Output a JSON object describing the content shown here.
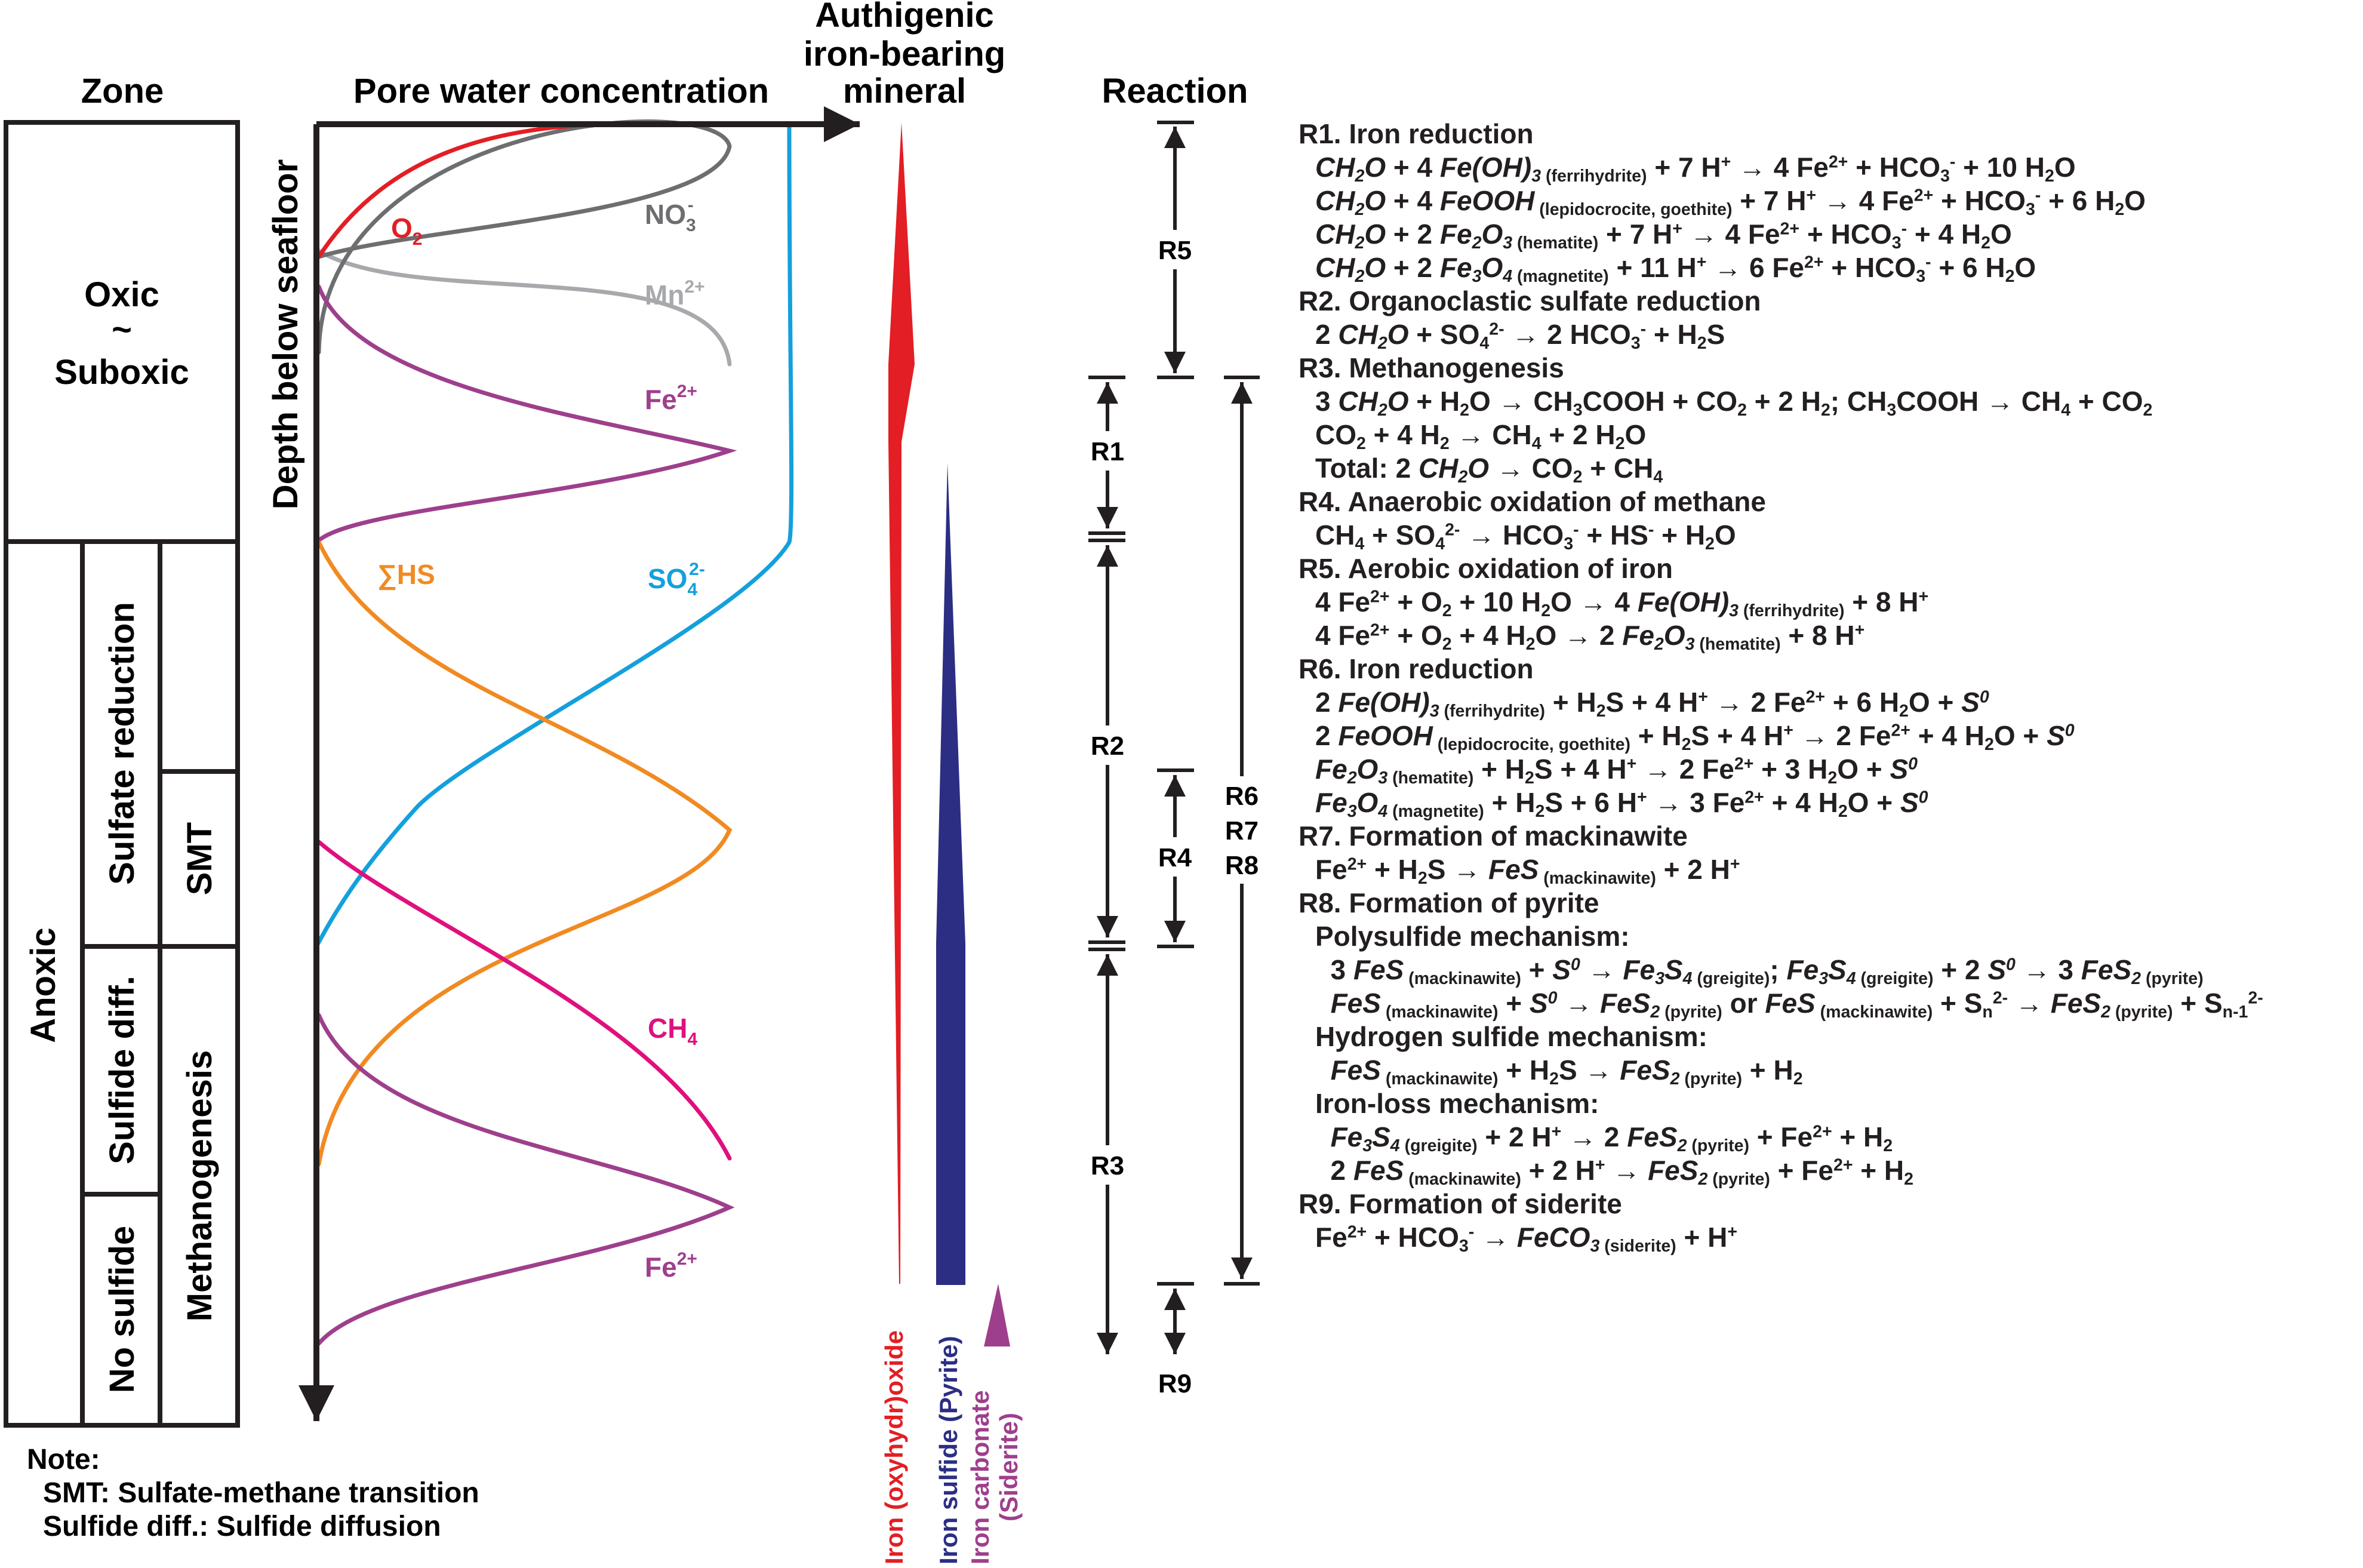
{
  "headers": {
    "zone": "Zone",
    "pore_water": "Pore water concentration",
    "authigenic": [
      "Authigenic",
      "iron-bearing",
      "mineral"
    ],
    "reaction": "Reaction",
    "depth_axis": "Depth below seafloor"
  },
  "zones": {
    "oxic_lines": [
      "Oxic",
      "~",
      "Suboxic"
    ],
    "anoxic": "Anoxic",
    "sulfate_reduction": "Sulfate reduction",
    "sulfide_diff": "Sulfide diff.",
    "no_sulfide": "No sulfide",
    "smt": "SMT",
    "methanogenesis": "Methanogenesis"
  },
  "curves": [
    {
      "id": "o2",
      "label": "O",
      "sub": "2",
      "sup": "",
      "color": "#e31e24"
    },
    {
      "id": "no3",
      "label": "NO",
      "sub": "3",
      "sup": "-",
      "color": "#6d6e70"
    },
    {
      "id": "mn",
      "label": "Mn",
      "sub": "",
      "sup": "2+",
      "color": "#a7a9ac"
    },
    {
      "id": "fe_upper",
      "label": "Fe",
      "sub": "",
      "sup": "2+",
      "color": "#9e3f8c"
    },
    {
      "id": "hs",
      "label": "∑HS",
      "sub": "",
      "sup": "",
      "color": "#f18a21"
    },
    {
      "id": "so4",
      "label": "SO",
      "sub": "4",
      "sup": "2-",
      "color": "#14a0dc"
    },
    {
      "id": "ch4",
      "label": "CH",
      "sub": "4",
      "sup": "",
      "color": "#e0107d"
    },
    {
      "id": "fe_lower",
      "label": "Fe",
      "sub": "",
      "sup": "2+",
      "color": "#9e3f8c"
    }
  ],
  "minerals": [
    {
      "label": "Iron (oxyhydr)oxide",
      "color": "#e31e24"
    },
    {
      "label": "Iron sulfide (Pyrite)",
      "color": "#2b2e83"
    },
    {
      "label": "Iron carbonate",
      "label2": "(Siderite)",
      "color": "#9e3f8c"
    }
  ],
  "reaction_ranges": [
    "R5",
    "R1",
    "R2",
    "R4",
    "R3",
    "R9",
    "R6",
    "R7",
    "R8"
  ],
  "reactions": [
    {
      "title": "R1. Iron reduction",
      "lines": [
        "<i>CH<sub>2</sub>O</i> + 4 <i>Fe(OH)<sub>3</sub></i><sub> (ferrihydrite)</sub> + 7 H<sup>+</sup> → 4 Fe<sup>2+</sup> + HCO<sub>3</sub><sup>-</sup> + 10 H<sub>2</sub>O",
        "<i>CH<sub>2</sub>O</i> + 4 <i>FeOOH</i><sub> (lepidocrocite, goethite)</sub> + 7 H<sup>+</sup> → 4 Fe<sup>2+</sup> + HCO<sub>3</sub><sup>-</sup> + 6 H<sub>2</sub>O",
        "<i>CH<sub>2</sub>O</i> + 2 <i>Fe<sub>2</sub>O<sub>3</sub></i><sub> (hematite)</sub> + 7 H<sup>+</sup> → 4 Fe<sup>2+</sup> + HCO<sub>3</sub><sup>-</sup> + 4 H<sub>2</sub>O",
        "<i>CH<sub>2</sub>O</i> + 2 <i>Fe<sub>3</sub>O<sub>4</sub></i><sub> (magnetite)</sub> + 11 H<sup>+</sup> → 6 Fe<sup>2+</sup> + HCO<sub>3</sub><sup>-</sup> + 6 H<sub>2</sub>O"
      ]
    },
    {
      "title": "R2. Organoclastic sulfate reduction",
      "lines": [
        "2 <i>CH<sub>2</sub>O</i> + SO<sub>4</sub><sup>2-</sup> → 2 HCO<sub>3</sub><sup>-</sup> + H<sub>2</sub>S"
      ]
    },
    {
      "title": "R3. Methanogenesis",
      "lines": [
        "3 <i>CH<sub>2</sub>O</i> + H<sub>2</sub>O → CH<sub>3</sub>COOH + CO<sub>2</sub> + 2 H<sub>2</sub>; CH<sub>3</sub>COOH → CH<sub>4</sub> + CO<sub>2</sub>",
        "CO<sub>2</sub> + 4 H<sub>2</sub> → CH<sub>4</sub> + 2 H<sub>2</sub>O",
        "Total: 2 <i>CH<sub>2</sub>O</i> → CO<sub>2</sub> + CH<sub>4</sub>"
      ]
    },
    {
      "title": "R4. Anaerobic oxidation of methane",
      "lines": [
        "CH<sub>4</sub> + SO<sub>4</sub><sup>2-</sup> → HCO<sub>3</sub><sup>-</sup> + HS<sup>-</sup> + H<sub>2</sub>O"
      ]
    },
    {
      "title": "R5. Aerobic oxidation of iron",
      "lines": [
        "4 Fe<sup>2+</sup> + O<sub>2</sub> + 10 H<sub>2</sub>O → 4 <i>Fe(OH)<sub>3</sub></i><sub> (ferrihydrite)</sub> + 8 H<sup>+</sup>",
        "4 Fe<sup>2+</sup> + O<sub>2</sub> + 4 H<sub>2</sub>O → 2 <i>Fe<sub>2</sub>O<sub>3</sub></i><sub> (hematite)</sub> + 8 H<sup>+</sup>"
      ]
    },
    {
      "title": "R6. Iron reduction",
      "lines": [
        "2 <i>Fe(OH)<sub>3</sub></i><sub> (ferrihydrite)</sub> + H<sub>2</sub>S + 4 H<sup>+</sup> → 2 Fe<sup>2+</sup> + 6 H<sub>2</sub>O + <i>S<sup>0</sup></i>",
        "2 <i>FeOOH</i><sub> (lepidocrocite, goethite)</sub> + H<sub>2</sub>S + 4 H<sup>+</sup> → 2 Fe<sup>2+</sup> + 4 H<sub>2</sub>O + <i>S<sup>0</sup></i>",
        "<i>Fe<sub>2</sub>O<sub>3</sub></i><sub> (hematite)</sub> + H<sub>2</sub>S + 4 H<sup>+</sup> → 2 Fe<sup>2+</sup> + 3 H<sub>2</sub>O + <i>S<sup>0</sup></i>",
        "<i>Fe<sub>3</sub>O<sub>4</sub></i><sub> (magnetite)</sub> + H<sub>2</sub>S + 6 H<sup>+</sup> → 3 Fe<sup>2+</sup> + 4 H<sub>2</sub>O + <i>S<sup>0</sup></i>"
      ]
    },
    {
      "title": "R7. Formation of mackinawite",
      "lines": [
        "Fe<sup>2+</sup> + H<sub>2</sub>S → <i>FeS</i><sub> (mackinawite)</sub> + 2 H<sup>+</sup>"
      ]
    },
    {
      "title": "R8. Formation of pyrite",
      "lines": [
        "Polysulfide mechanism:",
        "&nbsp;&nbsp;3 <i>FeS</i><sub> (mackinawite)</sub> + <i>S<sup>0</sup></i> → <i>Fe<sub>3</sub>S<sub>4</sub></i><sub> (greigite)</sub>; <i>Fe<sub>3</sub>S<sub>4</sub></i><sub> (greigite)</sub> + 2 <i>S<sup>0</sup></i> → 3 <i>FeS<sub>2</sub></i><sub> (pyrite)</sub>",
        "&nbsp;&nbsp;<i>FeS</i><sub> (mackinawite)</sub> + <i>S<sup>0</sup></i> → <i>FeS<sub>2</sub></i><sub> (pyrite)</sub> or <i>FeS</i><sub> (mackinawite)</sub> + S<sub>n</sub><sup>2-</sup> → <i>FeS<sub>2</sub></i><sub> (pyrite)</sub> + S<sub>n-1</sub><sup>2-</sup>",
        "Hydrogen sulfide mechanism:",
        "&nbsp;&nbsp;<i>FeS</i><sub> (mackinawite)</sub> + H<sub>2</sub>S → <i>FeS<sub>2</sub></i><sub> (pyrite)</sub> + H<sub>2</sub>",
        "Iron-loss mechanism:",
        "&nbsp;&nbsp;<i>Fe<sub>3</sub>S<sub>4</sub></i><sub> (greigite)</sub> + 2 H<sup>+</sup> → 2 <i>FeS<sub>2</sub></i><sub> (pyrite)</sub> + Fe<sup>2+</sup> + H<sub>2</sub>",
        "&nbsp;&nbsp;2 <i>FeS</i><sub> (mackinawite)</sub> + 2 H<sup>+</sup> → <i>FeS<sub>2</sub></i><sub> (pyrite)</sub> + Fe<sup>2+</sup> + H<sub>2</sub>"
      ]
    },
    {
      "title": "R9. Formation of siderite",
      "lines": [
        "Fe<sup>2+</sup> + HCO<sub>3</sub><sup>-</sup> → <i>FeCO<sub>3</sub></i><sub> (siderite)</sub> + H<sup>+</sup>"
      ]
    }
  ],
  "note": {
    "title": "Note:",
    "lines": [
      "SMT: Sulfate-methane transition",
      "Sulfide diff.: Sulfide diffusion"
    ]
  }
}
